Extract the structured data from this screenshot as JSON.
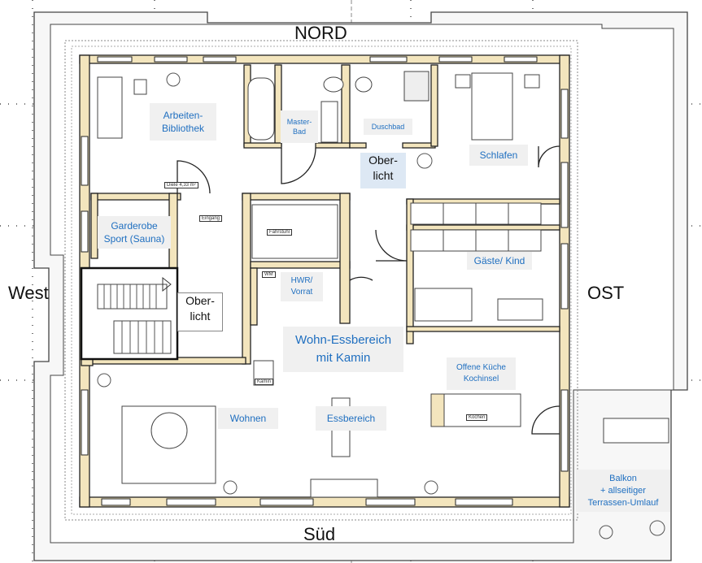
{
  "compass": {
    "north": "NORD",
    "south": "Süd",
    "west": "West",
    "east": "OST"
  },
  "rooms": {
    "arbeiten": "Arbeiten-\nBibliothek",
    "master_bad": "Master-\nBad",
    "duschbad": "Duschbad",
    "schlafen": "Schlafen",
    "garderobe": "Garderobe\nSport (Sauna)",
    "gaeste": "Gäste/ Kind",
    "hwr": "HWR/\nVorrat",
    "wohn_ess": "Wohn-Essbereich\nmit Kamin",
    "kueche": "Offene Küche\nKochinsel",
    "wohnen": "Wohnen",
    "essbereich": "Essbereich",
    "balkon": "Balkon\n+ allseitiger\nTerrassen-Umlauf",
    "oberlicht_1": "Ober-\nlicht",
    "oberlicht_2": "Ober-\nlicht"
  },
  "tags": {
    "diele": "Diele 4,33 m²",
    "eingang": "Eingang",
    "fahrstuhl": "Fahrstuhl",
    "wm": "WM",
    "kamin": "Kamin",
    "kochen": "Kochen"
  }
}
